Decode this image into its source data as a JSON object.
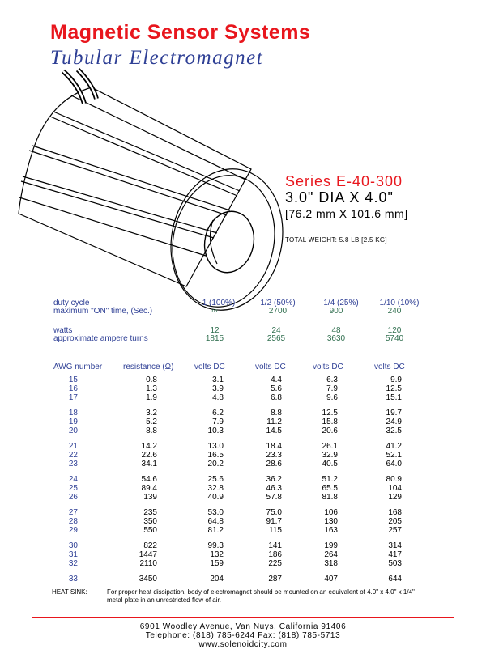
{
  "header": {
    "company": "Magnetic Sensor Systems",
    "product": "Tubular Electromagnet"
  },
  "series": {
    "name": "Series E-40-300",
    "dimensions": "3.0\" DIA X 4.0\"",
    "metric": "[76.2 mm X 101.6 mm]",
    "weight": "TOTAL WEIGHT: 5.8 LB [2.5 KG]"
  },
  "duty": {
    "duty_label": "duty cycle",
    "max_on_label": "maximum \"ON\" time, (Sec.)",
    "watts_label": "watts",
    "ampere_turns_label": "approximate ampere turns",
    "columns": [
      {
        "duty": "1 (100%)",
        "max_on": "∞",
        "watts": "12",
        "ampere_turns": "1815"
      },
      {
        "duty": "1/2 (50%)",
        "max_on": "2700",
        "watts": "24",
        "ampere_turns": "2565"
      },
      {
        "duty": "1/4 (25%)",
        "max_on": "900",
        "watts": "48",
        "ampere_turns": "3630"
      },
      {
        "duty": "1/10 (10%)",
        "max_on": "240",
        "watts": "120",
        "ampere_turns": "5740"
      }
    ]
  },
  "table": {
    "headers": [
      "AWG number",
      "resistance (Ω)",
      "volts DC",
      "volts DC",
      "volts DC",
      "volts DC"
    ],
    "rows": [
      [
        "15",
        "0.8",
        "3.1",
        "4.4",
        "6.3",
        "9.9"
      ],
      [
        "16",
        "1.3",
        "3.9",
        "5.6",
        "7.9",
        "12.5"
      ],
      [
        "17",
        "1.9",
        "4.8",
        "6.8",
        "9.6",
        "15.1"
      ],
      [
        "18",
        "3.2",
        "6.2",
        "8.8",
        "12.5",
        "19.7"
      ],
      [
        "19",
        "5.2",
        "7.9",
        "11.2",
        "15.8",
        "24.9"
      ],
      [
        "20",
        "8.8",
        "10.3",
        "14.5",
        "20.6",
        "32.5"
      ],
      [
        "21",
        "14.2",
        "13.0",
        "18.4",
        "26.1",
        "41.2"
      ],
      [
        "22",
        "22.6",
        "16.5",
        "23.3",
        "32.9",
        "52.1"
      ],
      [
        "23",
        "34.1",
        "20.2",
        "28.6",
        "40.5",
        "64.0"
      ],
      [
        "24",
        "54.6",
        "25.6",
        "36.2",
        "51.2",
        "80.9"
      ],
      [
        "25",
        "89.4",
        "32.8",
        "46.3",
        "65.5",
        "104"
      ],
      [
        "26",
        "139",
        "40.9",
        "57.8",
        "81.8",
        "129"
      ],
      [
        "27",
        "235",
        "53.0",
        "75.0",
        "106",
        "168"
      ],
      [
        "28",
        "350",
        "64.8",
        "91.7",
        "130",
        "205"
      ],
      [
        "29",
        "550",
        "81.2",
        "115",
        "163",
        "257"
      ],
      [
        "30",
        "822",
        "99.3",
        "141",
        "199",
        "314"
      ],
      [
        "31",
        "1447",
        "132",
        "186",
        "264",
        "417"
      ],
      [
        "32",
        "2110",
        "159",
        "225",
        "318",
        "503"
      ],
      [
        "33",
        "3450",
        "204",
        "287",
        "407",
        "644"
      ]
    ]
  },
  "heat_sink": {
    "label": "HEAT SINK:",
    "text": "For proper heat dissipation, body of electromagnet should be mounted on an equivalent of 4.0\" x 4.0\" x 1/4\" metal plate in an unrestricted flow of air."
  },
  "footer": {
    "address": "6901 Woodley Avenue,  Van Nuys, California  91406",
    "phone": "Telephone: (818) 785-6244    Fax: (818) 785-5713",
    "web": "www.solenoidcity.com"
  },
  "colors": {
    "brand_red": "#e8161d",
    "label_blue": "#2e3f95",
    "value_green": "#2f6e4e"
  }
}
